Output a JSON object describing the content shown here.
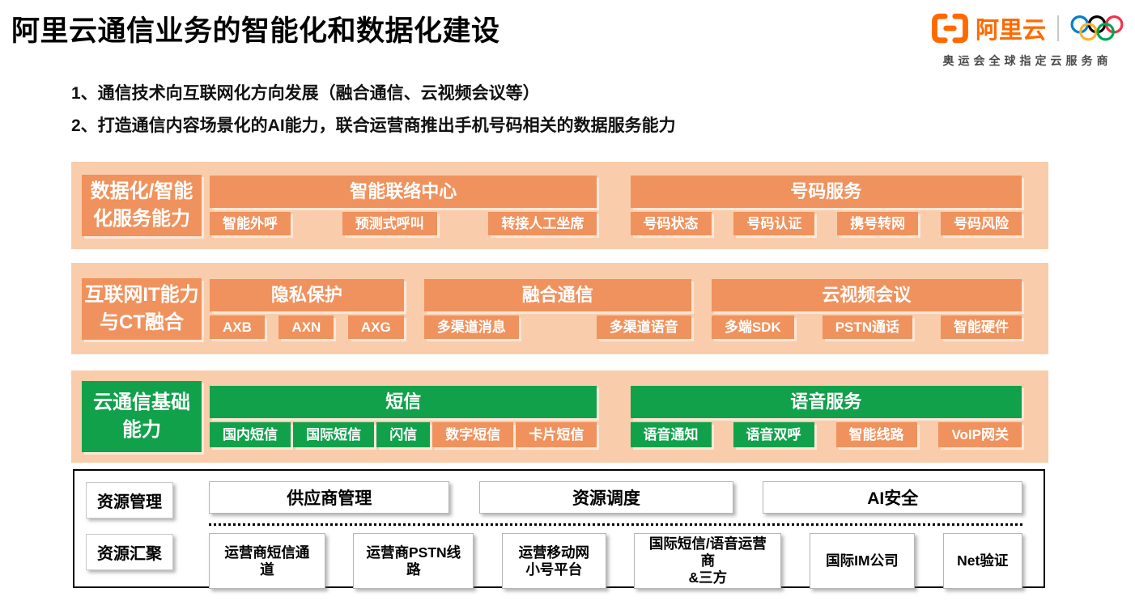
{
  "title": "阿里云通信业务的智能化和数据化建设",
  "brand": {
    "name": "阿里云",
    "subtitle": "奥运会全球指定云服务商",
    "logo_color": "#FF6A00",
    "ring_colors": [
      "#0081C8",
      "#000000",
      "#EE334E",
      "#FCB131",
      "#00A651"
    ]
  },
  "bullets": [
    "1、通信技术向互联网化方向发展（融合通信、云视频会议等）",
    "2、打造通信内容场景化的AI能力，联合运营商推出手机号码相关的数据服务能力"
  ],
  "colors": {
    "band_bg": "#F9CDAB",
    "orange": "#F0925D",
    "green": "#12A14B"
  },
  "bands": [
    {
      "label": [
        "数据化/智能",
        "化服务能力"
      ],
      "label_color": "orange",
      "groups": [
        {
          "header": "智能联络中心",
          "color": "orange",
          "items": [
            {
              "label": "智能外呼",
              "color": "orange"
            },
            {
              "label": "预测式呼叫",
              "color": "orange"
            },
            {
              "label": "转接人工坐席",
              "color": "orange"
            }
          ]
        },
        {
          "header": "号码服务",
          "color": "orange",
          "items": [
            {
              "label": "号码状态",
              "color": "orange"
            },
            {
              "label": "号码认证",
              "color": "orange"
            },
            {
              "label": "携号转网",
              "color": "orange"
            },
            {
              "label": "号码风险",
              "color": "orange"
            }
          ]
        }
      ]
    },
    {
      "label": [
        "互联网IT能力",
        "与CT融合"
      ],
      "label_color": "orange",
      "groups": [
        {
          "header": "隐私保护",
          "color": "orange",
          "items": [
            {
              "label": "AXB",
              "color": "orange"
            },
            {
              "label": "AXN",
              "color": "orange"
            },
            {
              "label": "AXG",
              "color": "orange"
            }
          ]
        },
        {
          "header": "融合通信",
          "color": "orange",
          "items": [
            {
              "label": "多渠道消息",
              "color": "orange"
            },
            {
              "label": "多渠道语音",
              "color": "orange"
            }
          ]
        },
        {
          "header": "云视频会议",
          "color": "orange",
          "items": [
            {
              "label": "多端SDK",
              "color": "orange"
            },
            {
              "label": "PSTN通话",
              "color": "orange"
            },
            {
              "label": "智能硬件",
              "color": "orange"
            }
          ]
        }
      ]
    },
    {
      "label": [
        "云通信基础",
        "能力"
      ],
      "label_color": "green",
      "groups": [
        {
          "header": "短信",
          "color": "green",
          "items": [
            {
              "label": "国内短信",
              "color": "green"
            },
            {
              "label": "国际短信",
              "color": "green"
            },
            {
              "label": "闪信",
              "color": "green"
            },
            {
              "label": "数字短信",
              "color": "orange"
            },
            {
              "label": "卡片短信",
              "color": "orange"
            }
          ]
        },
        {
          "header": "语音服务",
          "color": "green",
          "items": [
            {
              "label": "语音通知",
              "color": "green"
            },
            {
              "label": "语音双呼",
              "color": "green"
            },
            {
              "label": "智能线路",
              "color": "orange"
            },
            {
              "label": "VoIP网关",
              "color": "orange"
            }
          ]
        }
      ]
    }
  ],
  "bottom": {
    "left_labels": [
      "资源管理",
      "资源汇聚"
    ],
    "top_boxes": [
      "供应商管理",
      "资源调度",
      "AI安全"
    ],
    "bottom_boxes": [
      "运营商短信通道",
      "运营商PSTN线路",
      "运营移动网\n小号平台",
      "国际短信/语音运营商\n&三方",
      "国际IM公司",
      "Net验证"
    ]
  }
}
